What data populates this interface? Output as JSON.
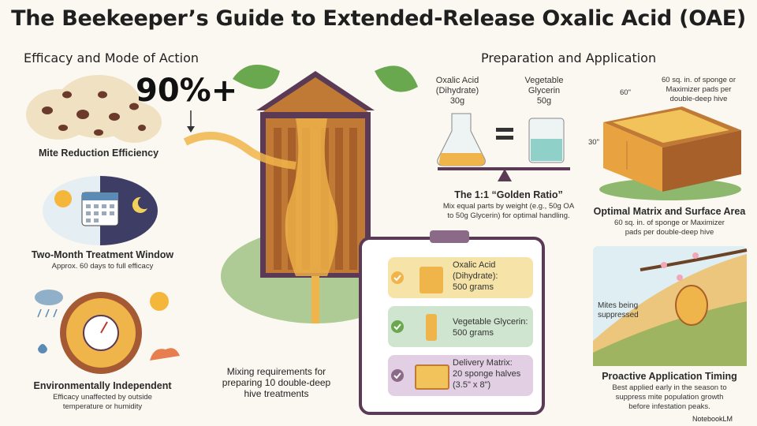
{
  "title": "The Beekeeper’s Guide to Extended-Release Oxalic Acid (OAE)",
  "left": {
    "heading": "Efficacy and Mode of Action",
    "stat": "90%+",
    "mite_label": "Mite Reduction Efficiency",
    "window_title": "Two-Month Treatment Window",
    "window_sub": "Approx. 60 days to full efficacy",
    "env_title": "Environmentally Independent",
    "env_sub_1": "Efficacy unaffected by outside",
    "env_sub_2": "temperature or humidity"
  },
  "center": {
    "mixing_1": "Mixing requirements for",
    "mixing_2": "preparing 10 double-deep",
    "mixing_3": "hive treatments",
    "items": [
      {
        "line1": "Oxalic Acid",
        "line2": "(Dihydrate):",
        "line3": "500 grams",
        "icon": "powder-bag-icon",
        "color": "#f6e3a8"
      },
      {
        "line1": "Vegetable Glycerin:",
        "line2": "500 grams",
        "line3": "",
        "icon": "bottle-icon",
        "color": "#cfe5cf"
      },
      {
        "line1": "Delivery Matrix:",
        "line2": "20 sponge halves",
        "line3": "(3.5\" x 8\")",
        "icon": "sponge-icon",
        "color": "#e2cfe3"
      }
    ]
  },
  "right": {
    "heading": "Preparation and Application",
    "oa_1": "Oxalic Acid",
    "oa_2": "(Dihydrate)",
    "oa_3": "30g",
    "vg_1": "Vegetable",
    "vg_2": "Glycerin",
    "vg_3": "50g",
    "ratio_title": "The 1:1 “Golden Ratio”",
    "ratio_sub_1": "Mix equal parts by weight (e.g., 50g OA",
    "ratio_sub_2": "to 50g Glycerin) for optimal handling.",
    "dim_top": "60\"",
    "dim_side": "30\"",
    "sponge_note_1": "60 sq. in. of sponge or",
    "sponge_note_2": "Maximizer pads per",
    "sponge_note_3": "double-deep hive",
    "matrix_title": "Optimal Matrix and Surface Area",
    "matrix_sub_1": "60 sq. in. of sponge or Maximizer",
    "matrix_sub_2": "pads per double-deep hive",
    "mites_1": "Mites being",
    "mites_2": "suppressed",
    "timing_title": "Proactive Application Timing",
    "timing_sub_1": "Best applied early in the season to",
    "timing_sub_2": "suppress mite population growth",
    "timing_sub_3": "before infestation peaks."
  },
  "footer": {
    "brand": "NotebookLM"
  },
  "colors": {
    "honey": "#f0b54a",
    "purple": "#5a3a55",
    "wood": "#c07a35",
    "green": "#6aa84f"
  }
}
